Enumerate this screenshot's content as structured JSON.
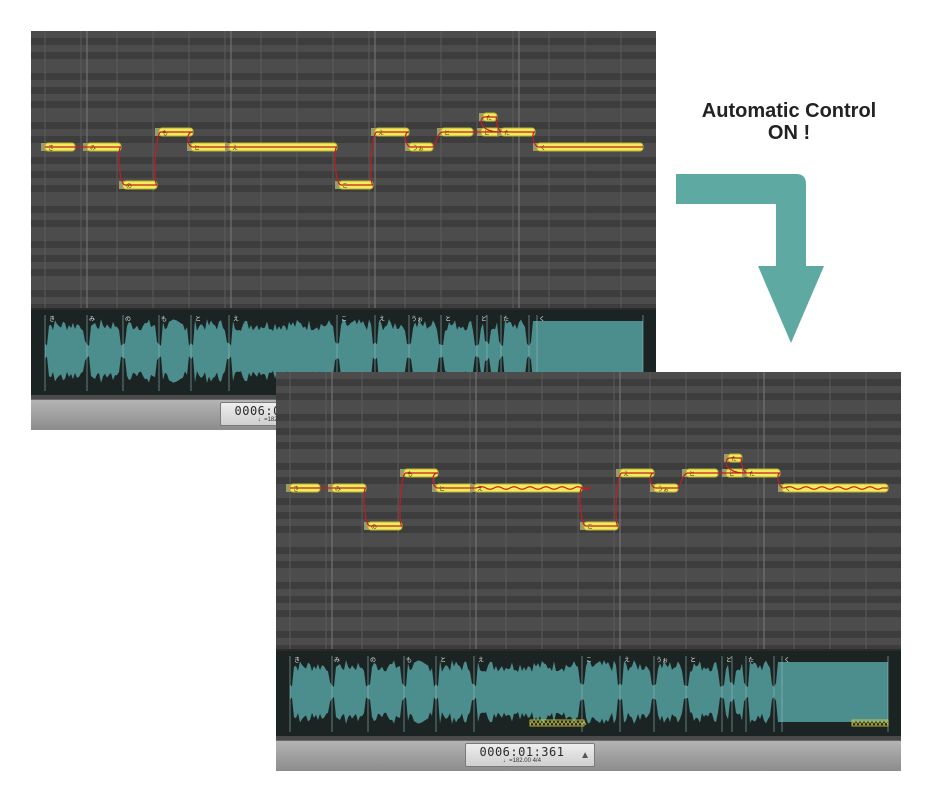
{
  "title": {
    "line1": "Automatic Control",
    "line2": "ON !"
  },
  "colors": {
    "editor_bg": "#4a4a4a",
    "note_fill": "#f2ec5c",
    "note_stroke": "#b8b030",
    "pitch_curve": "#c41e1e",
    "waveform": "#4c8e8e",
    "waveform_bg": "#1b2422",
    "arrow": "#5fa9a3",
    "vibrato_marker": "#d8d040"
  },
  "lyrics": [
    "き",
    "み",
    "の",
    "も",
    "と",
    "え",
    "こ",
    "え",
    "うぉ",
    "と",
    "ど",
    "た",
    "く"
  ],
  "panels": [
    {
      "id": "before",
      "transport": {
        "time": "0006:01:361",
        "tempo": "♩=182.00  4/4"
      }
    },
    {
      "id": "after",
      "transport": {
        "time": "0006:01:361",
        "tempo": "♩=182.00  4/4"
      }
    }
  ]
}
